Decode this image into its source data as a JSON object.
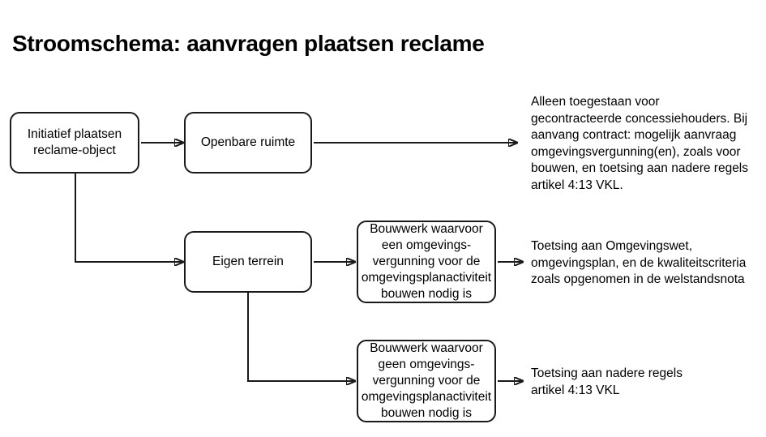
{
  "title": "Stroomschema: aanvragen plaatsen reclame",
  "colors": {
    "background": "#ffffff",
    "line": "#1a1a1a",
    "text": "#000000"
  },
  "nodes": [
    {
      "id": "initiatief",
      "label": "Initiatief plaatsen\nreclame-object"
    },
    {
      "id": "openbare-ruimte",
      "label": "Openbare ruimte"
    },
    {
      "id": "eigen-terrein",
      "label": "Eigen terrein"
    },
    {
      "id": "bouwwerk-met-vergunning",
      "label": "Bouwwerk waarvoor\neen omgevings-\nvergunning voor de\nomgevingsplanactiviteit\nbouwen nodig is"
    },
    {
      "id": "bouwwerk-zonder-vergunning",
      "label": "Bouwwerk waarvoor\ngeen omgevings-\nvergunning voor de\nomgevingsplanactiviteit\nbouwen nodig is"
    }
  ],
  "annotations": [
    {
      "id": "openbare-ruimte-uitkomst",
      "text": "Alleen toegestaan voor\ngecontracteerde concessiehouders. Bij\naanvang contract: mogelijk aanvraag\nomgevingsvergunning(en), zoals voor\nbouwen, en toetsing aan nadere regels\nartikel 4:13 VKL."
    },
    {
      "id": "met-vergunning-uitkomst",
      "text": "Toetsing aan Omgevingswet,\nomgevingsplan, en de kwaliteitscriteria\nzoals opgenomen in de welstandsnota"
    },
    {
      "id": "zonder-vergunning-uitkomst",
      "text": "Toetsing aan nadere regels\nartikel 4:13 VKL"
    }
  ]
}
